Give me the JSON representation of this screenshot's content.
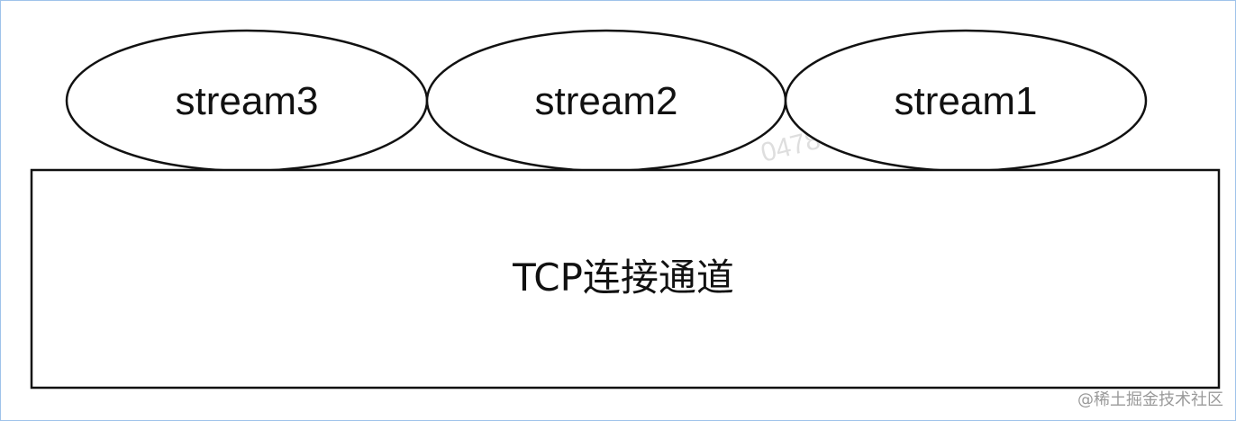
{
  "diagram": {
    "streams": [
      {
        "label": "stream3"
      },
      {
        "label": "stream2"
      },
      {
        "label": "stream1"
      }
    ],
    "channel": {
      "label": "TCP连接通道"
    },
    "watermarks": [
      "0478",
      "0478"
    ],
    "credit": "@稀土掘金技术社区",
    "colors": {
      "stroke": "#111111",
      "background": "#ffffff",
      "watermark": "#d7d7d7",
      "frame": "#9fc3ea"
    }
  }
}
